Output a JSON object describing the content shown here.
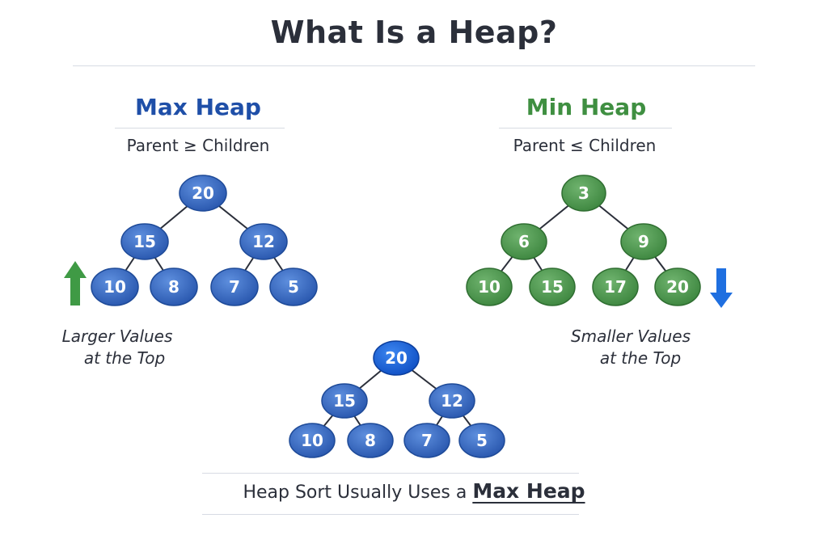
{
  "title": "What Is a Heap?",
  "max_heap": {
    "heading": "Max Heap",
    "rule": "Parent ≥ Children",
    "nodes": [
      "20",
      "15",
      "12",
      "10",
      "8",
      "7",
      "5"
    ],
    "note_line1": "Larger Values",
    "note_line2": "at the Top",
    "arrow_icon": "arrow-up-icon",
    "arrow_color": "#3f9a45"
  },
  "min_heap": {
    "heading": "Min Heap",
    "rule": "Parent ≤ Children",
    "nodes": [
      "3",
      "6",
      "9",
      "10",
      "15",
      "17",
      "20"
    ],
    "note_line1": "Smaller Values",
    "note_line2": "at the Top",
    "arrow_icon": "arrow-down-icon",
    "arrow_color": "#1f6fe0"
  },
  "sort_heap": {
    "nodes": [
      "20",
      "15",
      "12",
      "10",
      "8",
      "7",
      "5"
    ]
  },
  "footer": {
    "text": "Heap Sort Usually Uses a",
    "emphasis": "Max Heap"
  },
  "colors": {
    "max_blue": "#2f66c3",
    "min_green": "#4a9a4c",
    "root_highlight": "#1e5fd6",
    "text_dark": "#2b2f3a"
  }
}
